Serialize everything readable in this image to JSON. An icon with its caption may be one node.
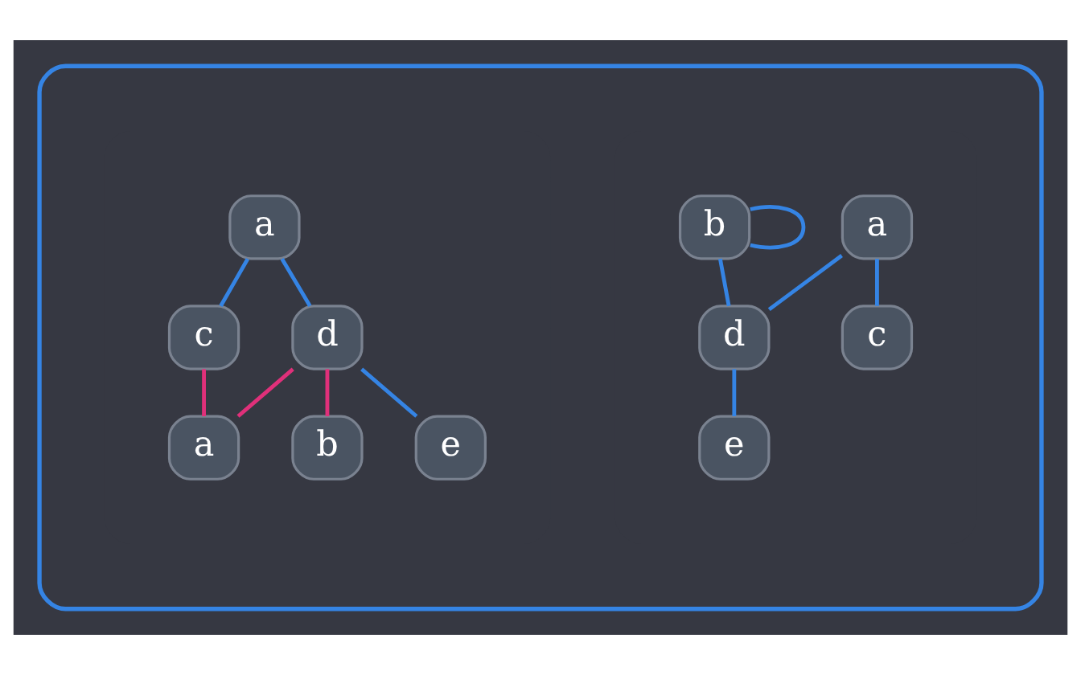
{
  "diagram": {
    "nodes": [
      {
        "text": [],
        "shape": "box"
      },
      {
        "text": [
          "a"
        ],
        "in": 0
      },
      {
        "text": [
          "b"
        ],
        "in": 0
      },
      {
        "text": [
          "c"
        ],
        "in": 0
      },
      {
        "text": [
          "d"
        ],
        "in": 0
      },
      {
        "text": [
          "e"
        ],
        "in": 0
      },
      {
        "text": [
          "a"
        ],
        "in": 0
      },
      {
        "text": [
          "c"
        ],
        "in": 0
      },
      {
        "text": [
          "d"
        ],
        "in": 0
      },
      {
        "text": [
          "a"
        ],
        "in": 0
      },
      {
        "text": [
          "b"
        ],
        "in": 0
      },
      {
        "text": [
          "e"
        ],
        "in": 0
      }
    ],
    "edges": [
      {
        "from": 1,
        "to": 3,
        "arrow": "none"
      },
      {
        "from": 1,
        "to": 4,
        "arrow": "none"
      },
      {
        "from": 4,
        "to": 2,
        "arrow": "none"
      },
      {
        "from": 4,
        "to": 5,
        "arrow": "none"
      },
      {
        "from": 2,
        "to": 2,
        "arrow": "none"
      },
      {
        "from": 6,
        "to": 7,
        "arrow": "none"
      },
      {
        "from": 6,
        "to": 8,
        "arrow": "none"
      },
      {
        "from": 7,
        "to": 9,
        "arrow": "none",
        "color": "#e0307a"
      },
      {
        "from": 9,
        "to": 8,
        "arrow": "none",
        "color": "#e0307a"
      },
      {
        "from": 8,
        "to": 10,
        "arrow": "none",
        "color": "#e0307a"
      },
      {
        "from": 8,
        "to": 11,
        "arrow": "none"
      }
    ]
  }
}
